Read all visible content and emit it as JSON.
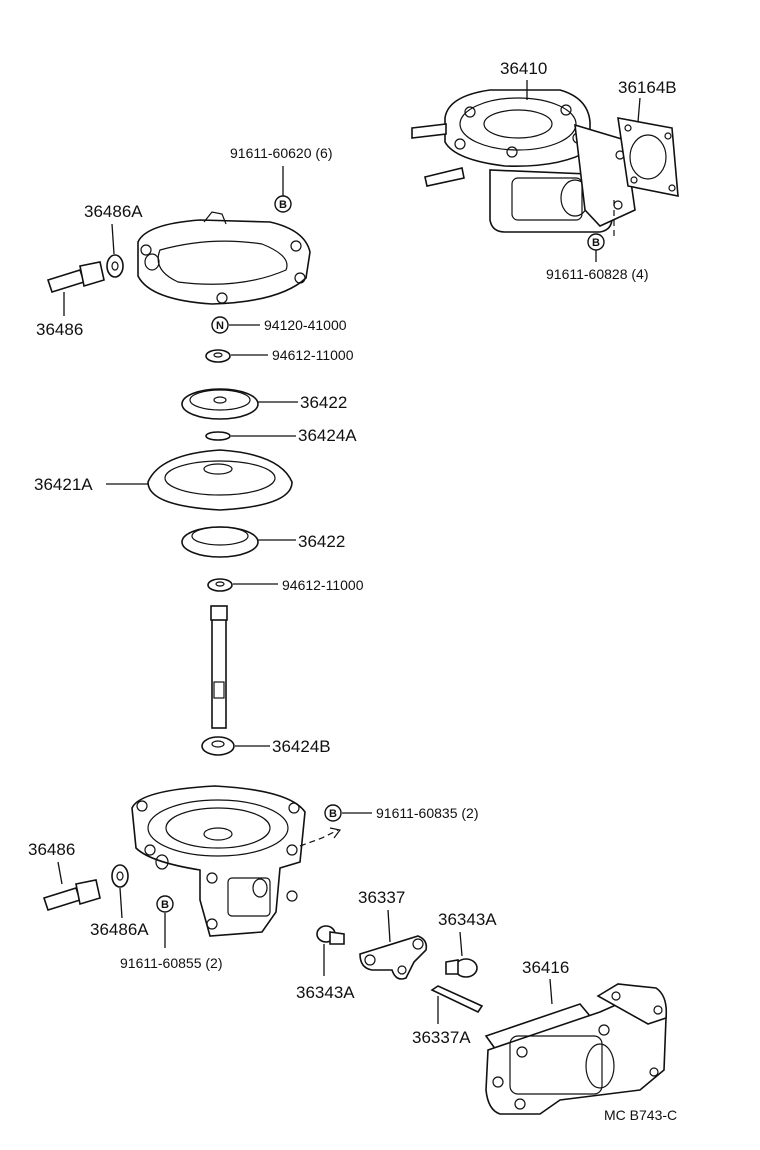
{
  "diagram": {
    "code": "MC B743-C",
    "symbols": {
      "bolt": "B",
      "nut": "N"
    },
    "labels": {
      "p36410": "36410",
      "p36164B": "36164B",
      "b9161160620": "91611-60620 (6)",
      "b9161160828": "91611-60828 (4)",
      "p36486A_top": "36486A",
      "p36486_top": "36486",
      "n9412041000": "94120-41000",
      "w9461211000_a": "94612-11000",
      "p36422_a": "36422",
      "p36424A": "36424A",
      "p36421A": "36421A",
      "p36422_b": "36422",
      "w9461211000_b": "94612-11000",
      "p36424B": "36424B",
      "b9161160835": "91611-60835 (2)",
      "p36486_bot": "36486",
      "p36486A_bot": "36486A",
      "b9161160855": "91611-60855 (2)",
      "p36337": "36337",
      "p36343A_r": "36343A",
      "p36343A_l": "36343A",
      "p36416": "36416",
      "p36337A": "36337A"
    }
  }
}
